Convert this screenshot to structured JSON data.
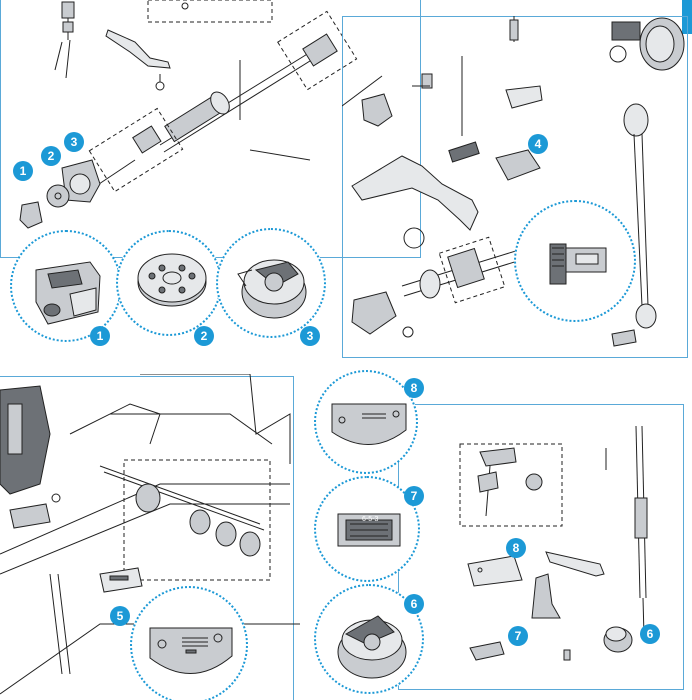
{
  "callouts": {
    "tl_1": "1",
    "tl_2": "2",
    "tl_3": "3",
    "tl_circle_1": "1",
    "tl_circle_2": "2",
    "tl_circle_3": "3",
    "tr_4": "4",
    "bl_5": "5",
    "br_circle_8": "8",
    "br_circle_7": "7",
    "br_circle_6": "6",
    "br_8": "8",
    "br_7": "7",
    "br_6": "6"
  },
  "colors": {
    "accent": "#1c99d6",
    "frame": "#5aa9d8"
  },
  "part_labels": {
    "feed_dog_code": "6-5-3"
  }
}
